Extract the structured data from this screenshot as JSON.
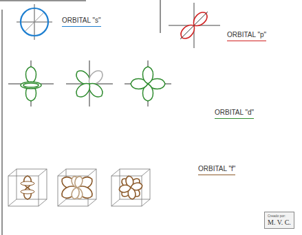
{
  "diagram": {
    "nodes": [
      {
        "text": [
          "Creado por:",
          "M. V. C."
        ]
      }
    ],
    "labels": [
      "ORBITAL \"s\"",
      "ORBITAL \"p\"",
      "ORBITAL \"d\"",
      "ORBITAL \"f\""
    ]
  }
}
